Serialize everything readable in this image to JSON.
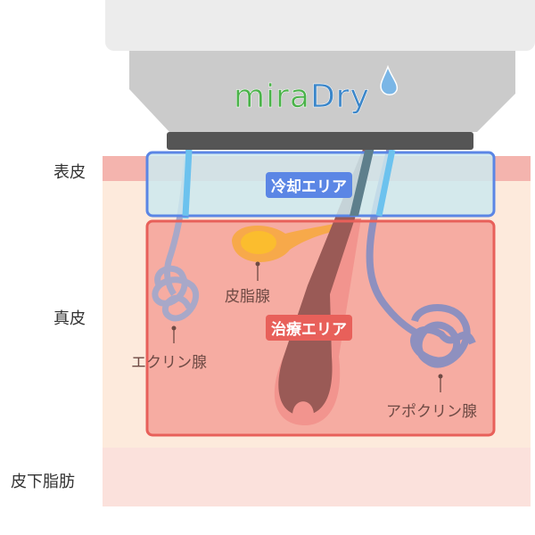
{
  "device": {
    "logo_text": "miraDry",
    "logo_colors": {
      "mira": "#4bb24a",
      "dry": "#3b86c9"
    }
  },
  "layers": [
    {
      "label": "表皮",
      "color": "#f4b4ae"
    },
    {
      "label": "真皮",
      "color": "#fdeadc"
    },
    {
      "label": "皮下脂肪",
      "color": "#fbe1dc"
    }
  ],
  "zones": {
    "cooling": {
      "label": "冷却エリア",
      "color": "#5b86e5"
    },
    "treatment": {
      "label": "治療エリア",
      "color": "#e8605a"
    }
  },
  "structures": {
    "sebaceous": "皮脂腺",
    "eccrine": "エクリン腺",
    "apocrine": "アポクリン腺"
  }
}
